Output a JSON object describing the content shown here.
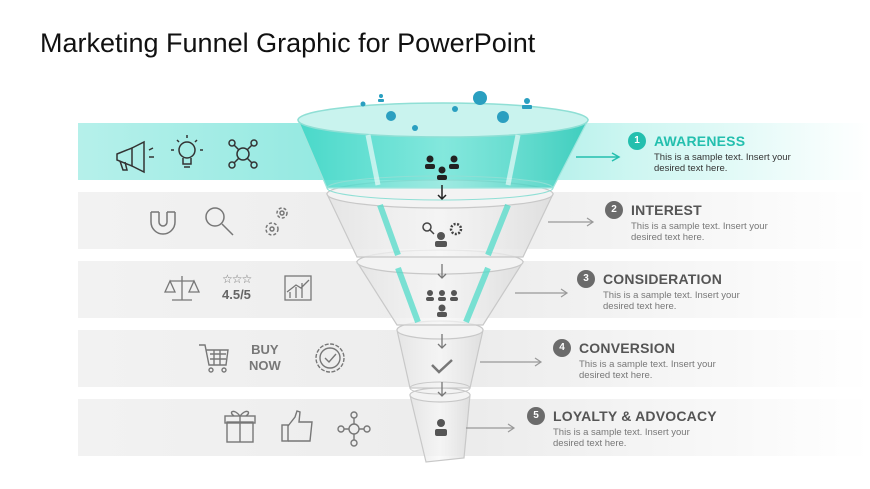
{
  "title": "Marketing Funnel Graphic for PowerPoint",
  "stages": [
    {
      "number": "1",
      "label": "AWARENESS",
      "description": "This is a sample text. Insert your desired text here."
    },
    {
      "number": "2",
      "label": "INTEREST",
      "description": "This is a sample text. Insert your desired text here."
    },
    {
      "number": "3",
      "label": "CONSIDERATION",
      "description": "This is a sample text. Insert your desired text here."
    },
    {
      "number": "4",
      "label": "CONVERSION",
      "description": "This is a sample text. Insert your desired text here."
    },
    {
      "number": "5",
      "label": "LOYALTY & ADVOCACY",
      "description": "This is a sample text. Insert your desired text here."
    }
  ],
  "consideration_rating": "4.5/5",
  "consideration_stars": "☆☆☆",
  "buy_now": [
    "BUY",
    "NOW"
  ],
  "colors": {
    "accent": "#23bfae",
    "stage_gray": "#6b6b6b",
    "band_gray": "#ececec"
  },
  "icons": {
    "awareness": [
      "megaphone-icon",
      "lightbulb-icon",
      "network-icon"
    ],
    "interest": [
      "magnet-icon",
      "magnifier-icon",
      "gears-icon"
    ],
    "consideration": [
      "scale-icon",
      "rating-stars-icon",
      "bar-chart-icon"
    ],
    "conversion": [
      "shopping-cart-icon",
      "verified-badge-icon"
    ],
    "loyalty": [
      "gift-icon",
      "thumbs-up-icon",
      "share-network-icon"
    ]
  }
}
